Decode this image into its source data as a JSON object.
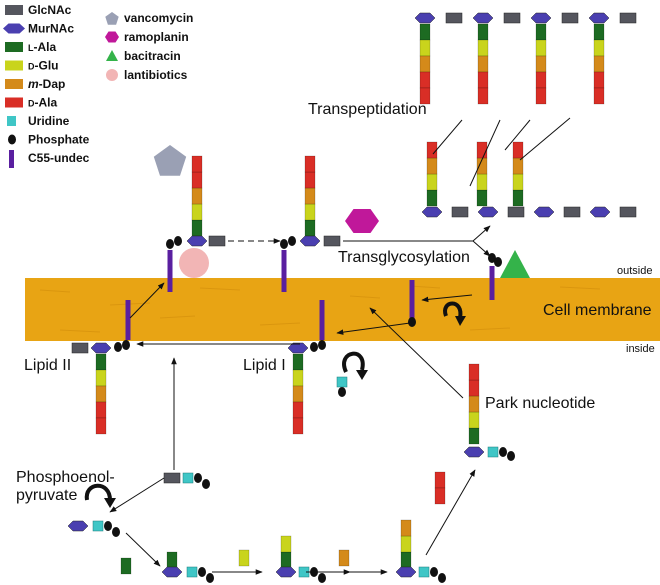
{
  "legend": [
    {
      "shape": "glcnac",
      "label": "GlcNAc"
    },
    {
      "shape": "murnac",
      "label": "MurNAc"
    },
    {
      "shape": "lala",
      "label_prefix": "L",
      "label_rest": "-Ala"
    },
    {
      "shape": "dglu",
      "label_prefix": "D",
      "label_rest": "-Glu"
    },
    {
      "shape": "mdap",
      "label_prefix": "m",
      "label_rest": "-Dap"
    },
    {
      "shape": "dala",
      "label_prefix": "D",
      "label_rest": "-Ala"
    },
    {
      "shape": "uridine",
      "label": "Uridine"
    },
    {
      "shape": "phosphate",
      "label": "Phosphate"
    },
    {
      "shape": "c55",
      "label": "C55-undec"
    }
  ],
  "antibiotics": [
    {
      "shape": "vancomycin",
      "label": "vancomycin"
    },
    {
      "shape": "ramoplanin",
      "label": "ramoplanin"
    },
    {
      "shape": "bacitracin",
      "label": "bacitracin"
    },
    {
      "shape": "lantibiotics",
      "label": "lantibiotics"
    }
  ],
  "labels": {
    "transpeptidation": "Transpeptidation",
    "transglycosylation": "Transglycosylation",
    "outside": "outside",
    "inside": "inside",
    "cell_membrane": "Cell membrane",
    "lipid_ii": "Lipid II",
    "lipid_i": "Lipid I",
    "park_nucleotide": "Park nucleotide",
    "pep_line1": "Phosphoenol-",
    "pep_line2": "pyruvate"
  },
  "colors": {
    "glcnac": "#55565e",
    "murnac": "#4a3fb0",
    "lala": "#1d6b22",
    "dglu": "#c9d41c",
    "mdap": "#d48a1a",
    "dala": "#d92e26",
    "uridine": "#3fc6c6",
    "phosphate": "#111111",
    "c55": "#5a1fa0",
    "vancomycin": "#9aa0b4",
    "ramoplanin": "#c0189a",
    "bacitracin": "#34b34a",
    "lantibiotics": "#f2b5b5",
    "membrane": "#e8a414"
  }
}
